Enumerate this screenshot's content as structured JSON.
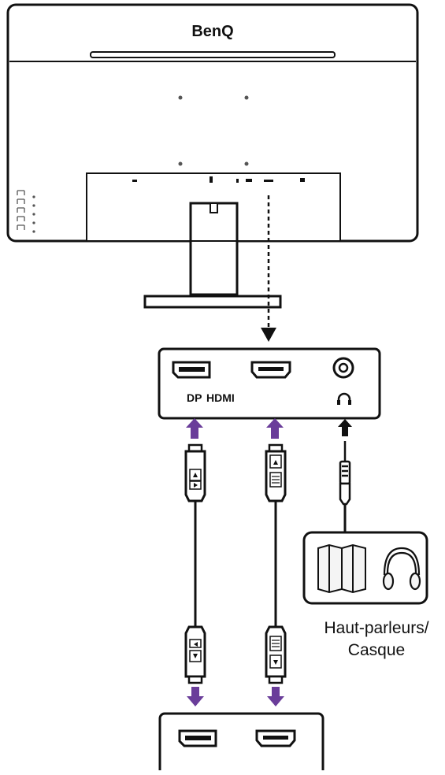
{
  "monitor": {
    "brand": "BenQ"
  },
  "ports": {
    "dp_label": "DP",
    "hdmi_label": "HDMI"
  },
  "audio": {
    "caption_line1": "Haut-parleurs/",
    "caption_line2": "Casque"
  },
  "colors": {
    "line": "#111111",
    "arrow_purple": "#6a3d9a",
    "panel_fill": "#f4f4f4"
  },
  "icons": [
    "headphone-icon",
    "speaker-icon",
    "headset-icon",
    "arrow-up-icon",
    "arrow-down-icon"
  ]
}
